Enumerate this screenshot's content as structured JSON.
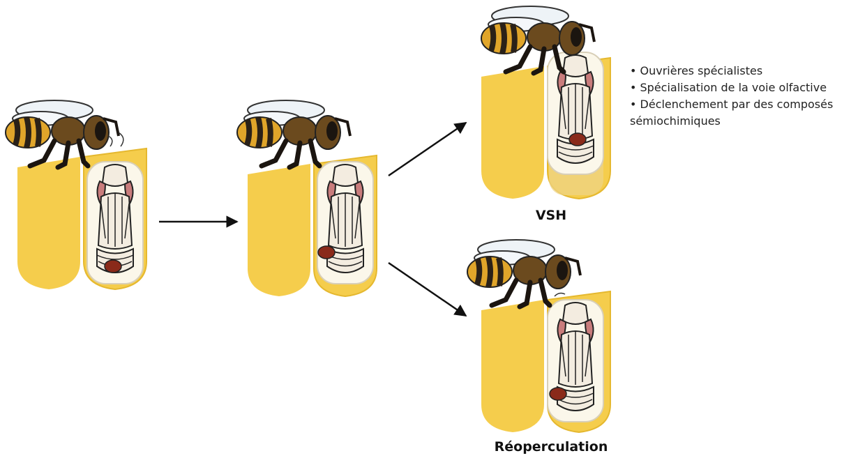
{
  "notes": [
    "• Ouvrières spécialistes",
    "• Spécialisation de la voie olfactive",
    "• Déclenchement par des composés",
    "sémiochimiques"
  ],
  "labels": {
    "vsh": "VSH",
    "reoperculation": "Réoperculation"
  },
  "colors": {
    "cell_wax": "#f5cd4c",
    "cell_edge": "#e5b82f",
    "pupa": "#fbf7ea",
    "mite": "#8a2a1a",
    "bee_stripe_dark": "#2a2118",
    "bee_yellow": "#e0a52a",
    "bee_thorax": "#6b4a1e"
  }
}
